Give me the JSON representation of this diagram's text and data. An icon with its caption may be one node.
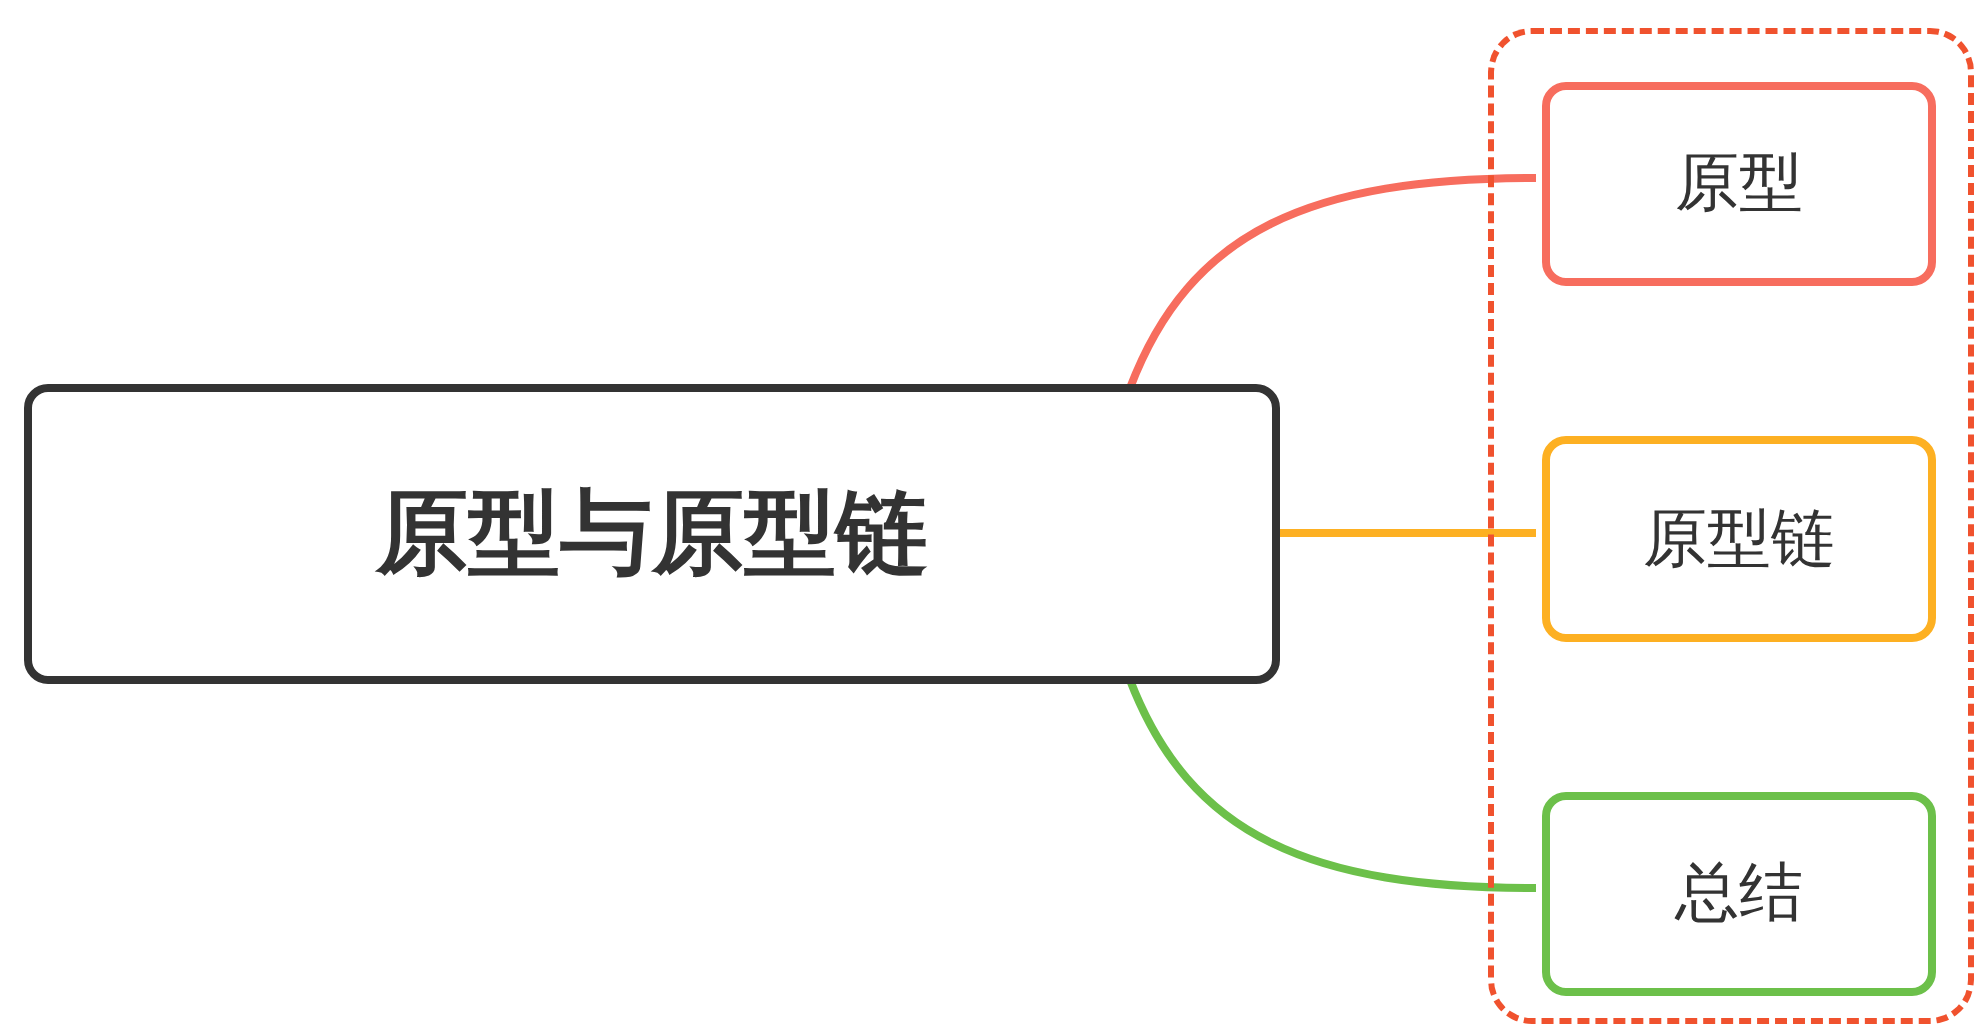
{
  "diagram": {
    "nodes": [
      {
        "text": [
          "原型与原型链"
        ]
      },
      {
        "text": [],
        "shape": "box"
      },
      {
        "text": [
          "原型"
        ],
        "in": 1
      },
      {
        "text": [
          "原型链"
        ],
        "in": 1
      },
      {
        "text": [
          "总结"
        ],
        "in": 1
      }
    ],
    "edges": [
      {
        "from": 0,
        "to": 2,
        "arrow": "none",
        "color": "#f76d5e"
      },
      {
        "from": 0,
        "to": 3,
        "arrow": "none",
        "color": "#fdb022"
      },
      {
        "from": 0,
        "to": 4,
        "arrow": "none",
        "color": "#6cc04a"
      }
    ]
  }
}
